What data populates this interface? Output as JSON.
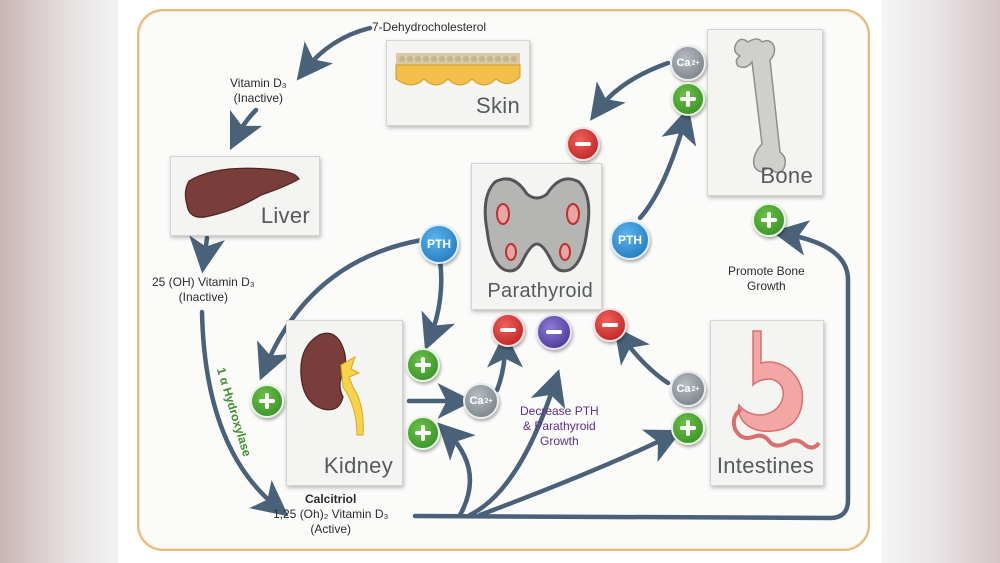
{
  "labels": {
    "dehydro": "7-Dehydrocholesterol",
    "vitd3_line1": "Vitamin D₃",
    "vitd3_line2": "(Inactive)",
    "ohvitd3_line1": "25 (OH) Vitamin D₃",
    "ohvitd3_line2": "(Inactive)",
    "hydroxylase": "1 α Hydroxylase",
    "calcitriol_title": "Calcitriol",
    "calcitriol_line1": "1,25 (Oh)₂ Vitamin D₃",
    "calcitriol_line2": "(Active)",
    "decrease_line1": "Decrease PTH",
    "decrease_line2": "& Parathyroid",
    "decrease_line3": "Growth",
    "promote_line1": "Promote Bone",
    "promote_line2": "Growth"
  },
  "cards": {
    "skin": "Skin",
    "liver": "Liver",
    "bone": "Bone",
    "parathyroid": "Parathyroid",
    "kidney": "Kidney",
    "intestines": "Intestines"
  },
  "badges": {
    "pth": "PTH",
    "ca": "Ca",
    "ca_charge": "2+"
  },
  "colors": {
    "arrow": "#4a6279",
    "frame": "#e8b878",
    "plus": "#3a9a2a",
    "minus": "#c8201e",
    "pth": "#2a85cf",
    "minus_purple": "#4e3aa0",
    "hydroxylase_text": "#3f8f2a",
    "decrease_text": "#5e2c8a"
  }
}
